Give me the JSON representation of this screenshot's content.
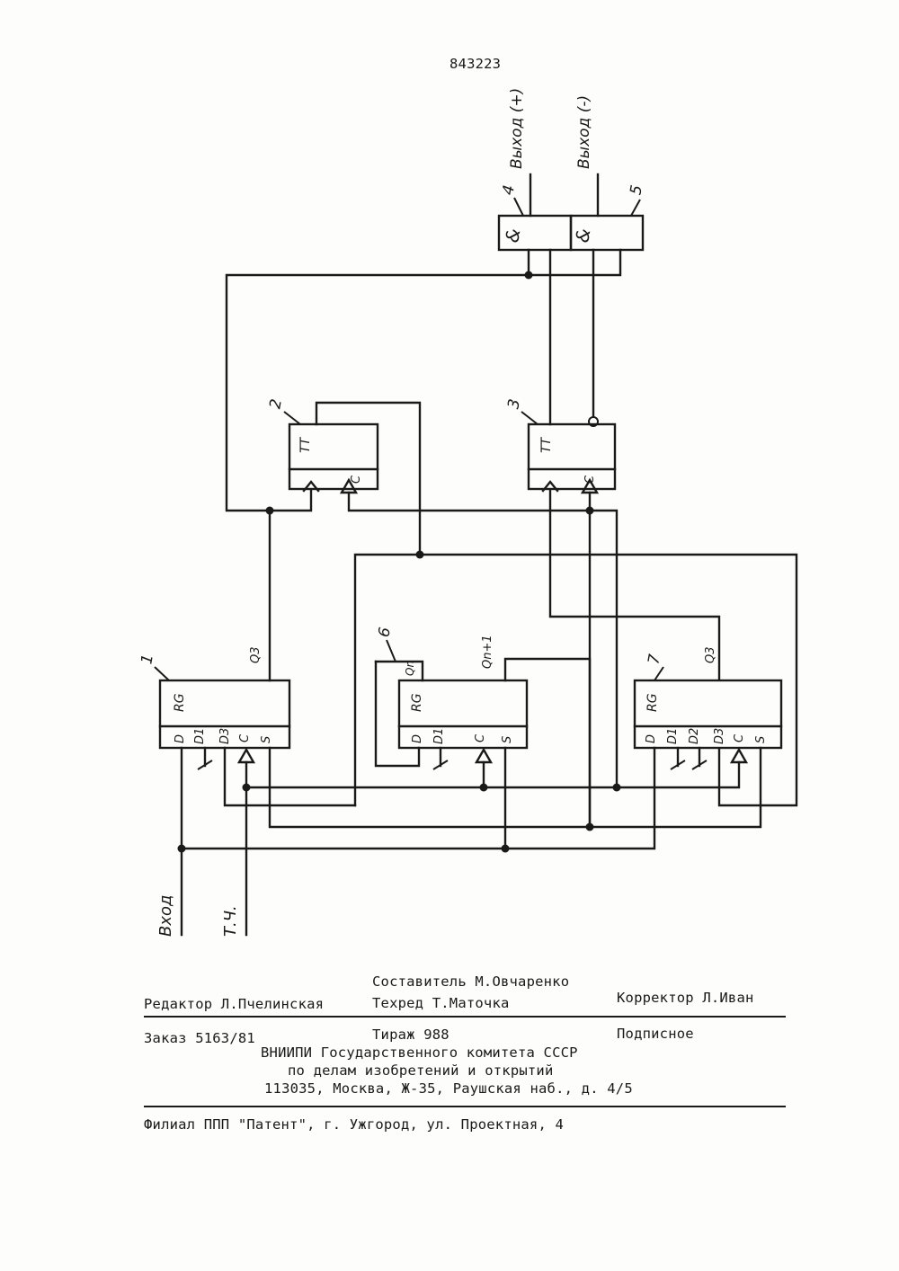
{
  "patent_number": "843223",
  "diagram": {
    "outputs": {
      "plus": "Выход (+)",
      "minus": "Выход (-)"
    },
    "inputs": {
      "data": "Вход",
      "clock": "Т.Ч."
    },
    "block_numbers": {
      "b1": "1",
      "b2": "2",
      "b3": "3",
      "b4": "4",
      "b5": "5",
      "b6": "6",
      "b7": "7"
    },
    "gate_symbol": "&",
    "labels": {
      "rg": "RG",
      "tt": "TT",
      "c": "C",
      "d": "D",
      "d1": "D1",
      "d2": "D2",
      "d3": "D3",
      "s": "S",
      "q3": "Q3",
      "qn": "Qn",
      "qn1": "Qn+1"
    }
  },
  "footer": {
    "compiler": "Составитель М.Овчаренко",
    "editor": "Редактор Л.Пчелинская",
    "techred": "Техред Т.Маточка",
    "corrector": "Корректор Л.Иван",
    "order": "Заказ 5163/81",
    "circulation": "Тираж 988",
    "subscription": "Подписное",
    "org1": "ВНИИПИ Государственного комитета СССР",
    "org2": "по делам изобретений и открытий",
    "address": "113035, Москва, Ж-35, Раушская наб., д. 4/5",
    "branch": "Филиал ППП \"Патент\", г. Ужгород, ул. Проектная, 4"
  }
}
